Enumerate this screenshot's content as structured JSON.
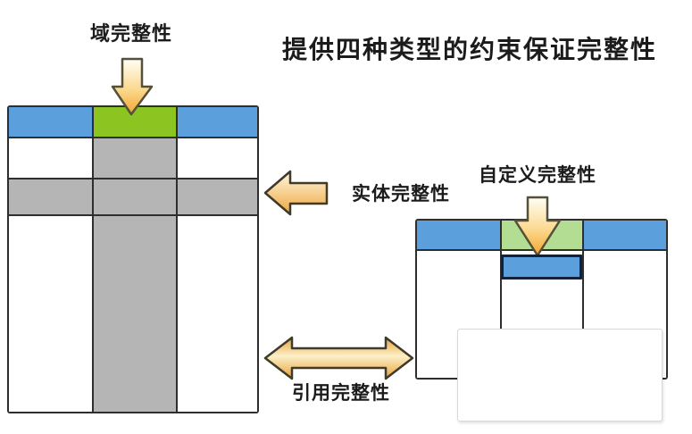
{
  "title": "提供四种类型的约束保证完整性",
  "annotations": {
    "domain_integrity": "域完整性",
    "entity_integrity": "实体完整性",
    "user_defined_integrity": "自定义完整性",
    "referential_integrity": "引用完整性"
  },
  "colors": {
    "header_blue": "#5b9fdc",
    "key_green": "#8cc521",
    "key_light_green": "#b2dd92",
    "highlight_gray": "#b5b5b5",
    "white": "#ffffff",
    "arrow_gold": "#f2a93b",
    "arrow_cream": "#fff8e6",
    "table_border": "#2e2e2e",
    "subcell_border": "#15213a"
  },
  "left_table": {
    "rows": [
      {
        "cells": [
          "colors.header_blue",
          "colors.key_green",
          "colors.header_blue"
        ]
      },
      {
        "cells": [
          "colors.white",
          "colors.highlight_gray",
          "colors.white"
        ]
      },
      {
        "cells": [
          "colors.highlight_gray",
          "colors.highlight_gray",
          "colors.highlight_gray"
        ]
      },
      {
        "cells": [
          "colors.white",
          "colors.highlight_gray",
          "colors.white"
        ]
      }
    ]
  },
  "right_table": {
    "rows": [
      {
        "cells": [
          "colors.header_blue",
          "colors.key_light_green",
          "colors.header_blue"
        ]
      },
      {
        "cells": [
          "colors.white",
          "colors.white",
          "colors.white"
        ]
      }
    ],
    "sub_cell_fill": "colors.header_blue"
  }
}
